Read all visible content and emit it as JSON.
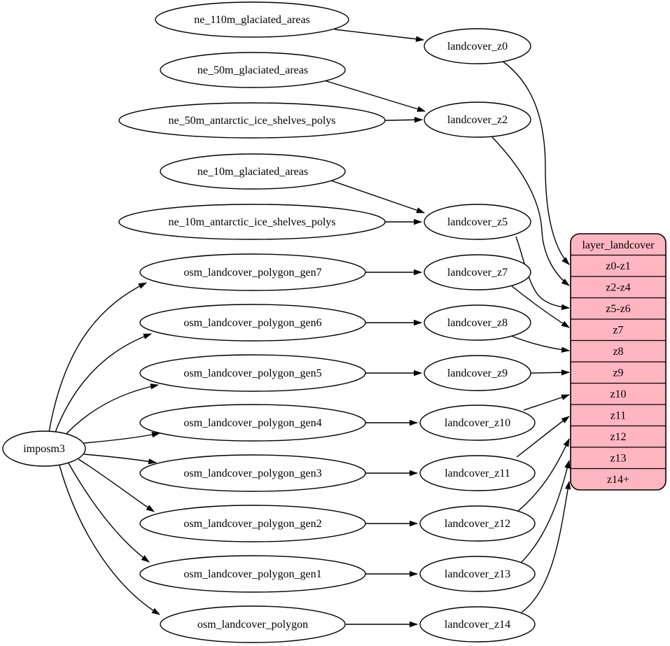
{
  "diagram": {
    "description": "Data flow diagram: imposm3 and Natural Earth sources feed landcover zoom-level tables which populate the layer_landcover tile layer",
    "importer": {
      "label": "imposm3"
    },
    "sources": [
      {
        "label": "ne_110m_glaciated_areas"
      },
      {
        "label": "ne_50m_glaciated_areas"
      },
      {
        "label": "ne_50m_antarctic_ice_shelves_polys"
      },
      {
        "label": "ne_10m_glaciated_areas"
      },
      {
        "label": "ne_10m_antarctic_ice_shelves_polys"
      },
      {
        "label": "osm_landcover_polygon_gen7"
      },
      {
        "label": "osm_landcover_polygon_gen6"
      },
      {
        "label": "osm_landcover_polygon_gen5"
      },
      {
        "label": "osm_landcover_polygon_gen4"
      },
      {
        "label": "osm_landcover_polygon_gen3"
      },
      {
        "label": "osm_landcover_polygon_gen2"
      },
      {
        "label": "osm_landcover_polygon_gen1"
      },
      {
        "label": "osm_landcover_polygon"
      }
    ],
    "intermediates": [
      {
        "label": "landcover_z0"
      },
      {
        "label": "landcover_z2"
      },
      {
        "label": "landcover_z5"
      },
      {
        "label": "landcover_z7"
      },
      {
        "label": "landcover_z8"
      },
      {
        "label": "landcover_z9"
      },
      {
        "label": "landcover_z10"
      },
      {
        "label": "landcover_z11"
      },
      {
        "label": "landcover_z12"
      },
      {
        "label": "landcover_z13"
      },
      {
        "label": "landcover_z14"
      }
    ],
    "table": {
      "title": "layer_landcover",
      "rows": [
        "z0-z1",
        "z2-z4",
        "z5-z6",
        "z7",
        "z8",
        "z9",
        "z10",
        "z11",
        "z12",
        "z13",
        "z14+"
      ]
    },
    "edges": [
      [
        "imposm3",
        "osm_landcover_polygon_gen7"
      ],
      [
        "imposm3",
        "osm_landcover_polygon_gen6"
      ],
      [
        "imposm3",
        "osm_landcover_polygon_gen5"
      ],
      [
        "imposm3",
        "osm_landcover_polygon_gen4"
      ],
      [
        "imposm3",
        "osm_landcover_polygon_gen3"
      ],
      [
        "imposm3",
        "osm_landcover_polygon_gen2"
      ],
      [
        "imposm3",
        "osm_landcover_polygon_gen1"
      ],
      [
        "imposm3",
        "osm_landcover_polygon"
      ],
      [
        "ne_110m_glaciated_areas",
        "landcover_z0"
      ],
      [
        "ne_50m_glaciated_areas",
        "landcover_z2"
      ],
      [
        "ne_50m_antarctic_ice_shelves_polys",
        "landcover_z2"
      ],
      [
        "ne_10m_glaciated_areas",
        "landcover_z5"
      ],
      [
        "ne_10m_antarctic_ice_shelves_polys",
        "landcover_z5"
      ],
      [
        "osm_landcover_polygon_gen7",
        "landcover_z7"
      ],
      [
        "osm_landcover_polygon_gen6",
        "landcover_z8"
      ],
      [
        "osm_landcover_polygon_gen5",
        "landcover_z9"
      ],
      [
        "osm_landcover_polygon_gen4",
        "landcover_z10"
      ],
      [
        "osm_landcover_polygon_gen3",
        "landcover_z11"
      ],
      [
        "osm_landcover_polygon_gen2",
        "landcover_z12"
      ],
      [
        "osm_landcover_polygon_gen1",
        "landcover_z13"
      ],
      [
        "osm_landcover_polygon",
        "landcover_z14"
      ],
      [
        "landcover_z0",
        "z0-z1"
      ],
      [
        "landcover_z2",
        "z2-z4"
      ],
      [
        "landcover_z5",
        "z5-z6"
      ],
      [
        "landcover_z7",
        "z7"
      ],
      [
        "landcover_z8",
        "z8"
      ],
      [
        "landcover_z9",
        "z9"
      ],
      [
        "landcover_z10",
        "z10"
      ],
      [
        "landcover_z11",
        "z11"
      ],
      [
        "landcover_z12",
        "z12"
      ],
      [
        "landcover_z13",
        "z13"
      ],
      [
        "landcover_z14",
        "z14+"
      ]
    ],
    "colors": {
      "table_fill": "#ffb6c1",
      "node_fill": "#ffffff",
      "stroke": "#000000",
      "background": "#ffffff"
    }
  }
}
